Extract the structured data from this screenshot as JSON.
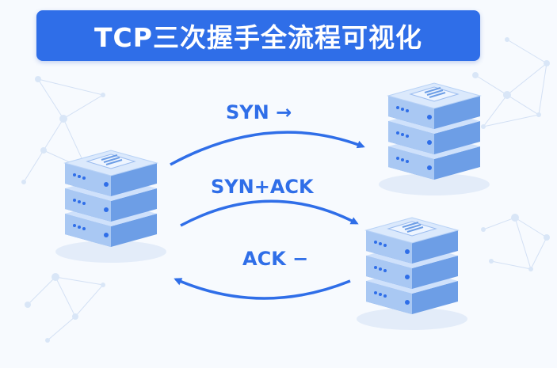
{
  "title": "TCP三次握手全流程可视化",
  "steps": [
    {
      "label": "SYN",
      "arrow_glyph": "→"
    },
    {
      "label": "SYN+ACK"
    },
    {
      "label": "ACK",
      "arrow_glyph": "−"
    }
  ],
  "colors": {
    "accent": "#2f6ee8",
    "server_light": "#cfe1fb",
    "server_mid": "#a9c8f3",
    "server_dark": "#6d9ee6",
    "network_lines": "#cfddf3"
  }
}
